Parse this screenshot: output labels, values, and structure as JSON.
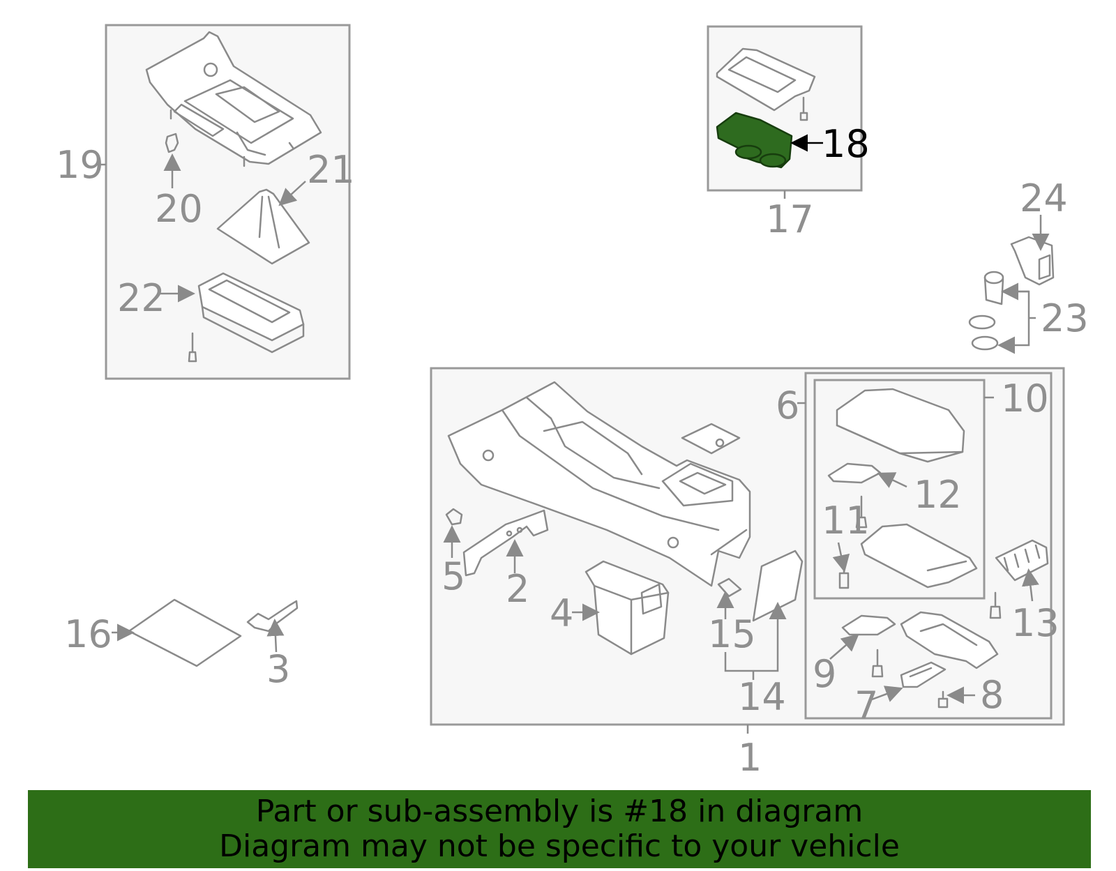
{
  "callouts": {
    "c1": "1",
    "c2": "2",
    "c3": "3",
    "c4": "4",
    "c5": "5",
    "c6": "6",
    "c7": "7",
    "c8": "8",
    "c9": "9",
    "c10": "10",
    "c11": "11",
    "c12": "12",
    "c13": "13",
    "c14": "14",
    "c15": "15",
    "c16": "16",
    "c17": "17",
    "c18": "18",
    "c19": "19",
    "c20": "20",
    "c21": "21",
    "c22": "22",
    "c23": "23",
    "c24": "24"
  },
  "highlighted_part": "18",
  "colors": {
    "highlight_fill": "#2e6b1f",
    "banner_background": "#2d6e17",
    "line_gray": "#8a8a8a"
  },
  "banner": {
    "line1": "Part or sub-assembly is #18 in diagram",
    "line2": "Diagram may not be specific to your vehicle"
  }
}
